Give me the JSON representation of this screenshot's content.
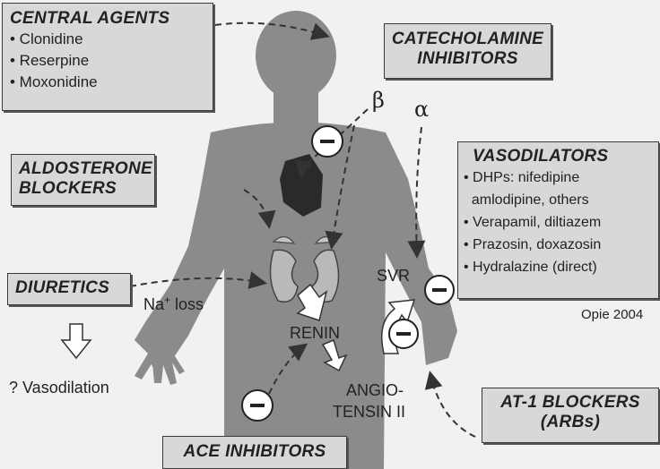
{
  "boxes": {
    "central": {
      "title": "CENTRAL AGENTS",
      "items": [
        "• Clonidine",
        "• Reserpine",
        "• Moxonidine"
      ]
    },
    "catecholamine": {
      "line1": "CATECHOLAMINE",
      "line2": "INHIBITORS"
    },
    "aldosterone": {
      "line1": "ALDOSTERONE",
      "line2": "BLOCKERS"
    },
    "diuretics": {
      "title": "DIURETICS"
    },
    "vasodilators": {
      "title": "VASODILATORS",
      "items": [
        "• DHPs: nifedipine",
        "  amlodipine, others",
        "• Verapamil, diltiazem",
        "• Prazosin, doxazosin",
        "• Hydralazine (direct)"
      ]
    },
    "at1": {
      "line1": "AT-1 BLOCKERS",
      "line2": "(ARBs)"
    },
    "ace": {
      "title": "ACE INHIBITORS"
    }
  },
  "labels": {
    "beta": "β",
    "alpha": "α",
    "na_loss_prefix": "Na",
    "na_loss_sup": "+",
    "na_loss_suffix": " loss",
    "renin": "RENIN",
    "svr": "SVR",
    "angio_line1": "ANGIO-",
    "angio_line2": "TENSIN II",
    "vasodilation": "? Vasodilation",
    "credit": "Opie 2004",
    "minus": "−"
  },
  "colors": {
    "body": "#8b8b8b",
    "heart": "#2a2a2a",
    "box_fill": "#d9d8d6",
    "background": "#f2f1ef"
  }
}
